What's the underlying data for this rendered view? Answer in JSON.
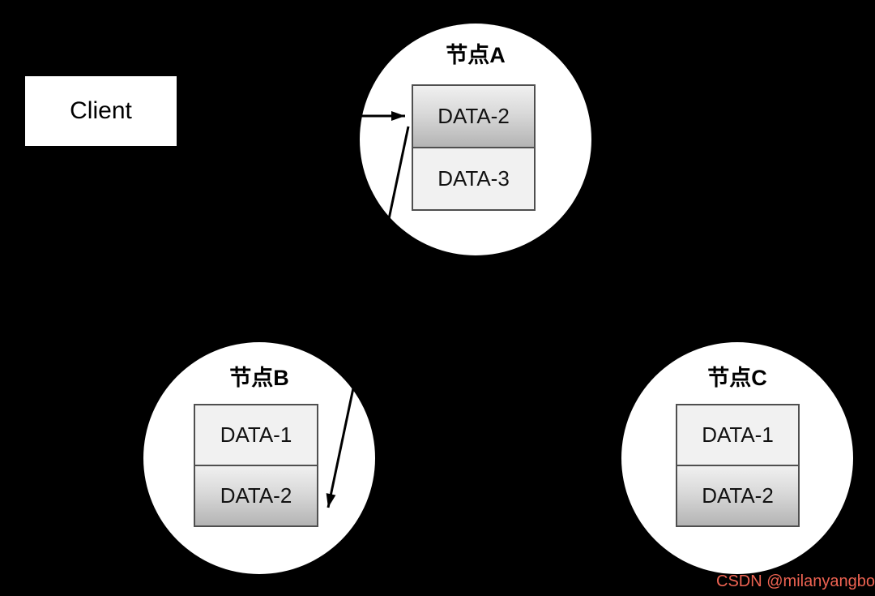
{
  "client": {
    "label": "Client"
  },
  "nodes": [
    {
      "label": "节点A",
      "blocks": [
        "DATA-2",
        "DATA-3"
      ]
    },
    {
      "label": "节点B",
      "blocks": [
        "DATA-1",
        "DATA-2"
      ]
    },
    {
      "label": "节点C",
      "blocks": [
        "DATA-1",
        "DATA-2"
      ]
    }
  ],
  "edges": [
    {
      "name": "client-to-node-a",
      "from": "Client",
      "to": "节点A DATA-2"
    },
    {
      "name": "node-a-to-node-b",
      "from": "节点A DATA-2",
      "to": "节点B DATA-2"
    }
  ],
  "watermark": {
    "text": "CSDN @milanyangbo",
    "color": "#ee6352"
  },
  "colors": {
    "background": "#000000",
    "node_fill": "#ffffff",
    "block_border": "#4f4f4f",
    "block_flat_fill": "#f1f1f1",
    "block_gradient_top": "#f0f0f0",
    "block_gradient_bottom": "#b4b4b4",
    "arrow": "#000000",
    "text": "#000000"
  }
}
